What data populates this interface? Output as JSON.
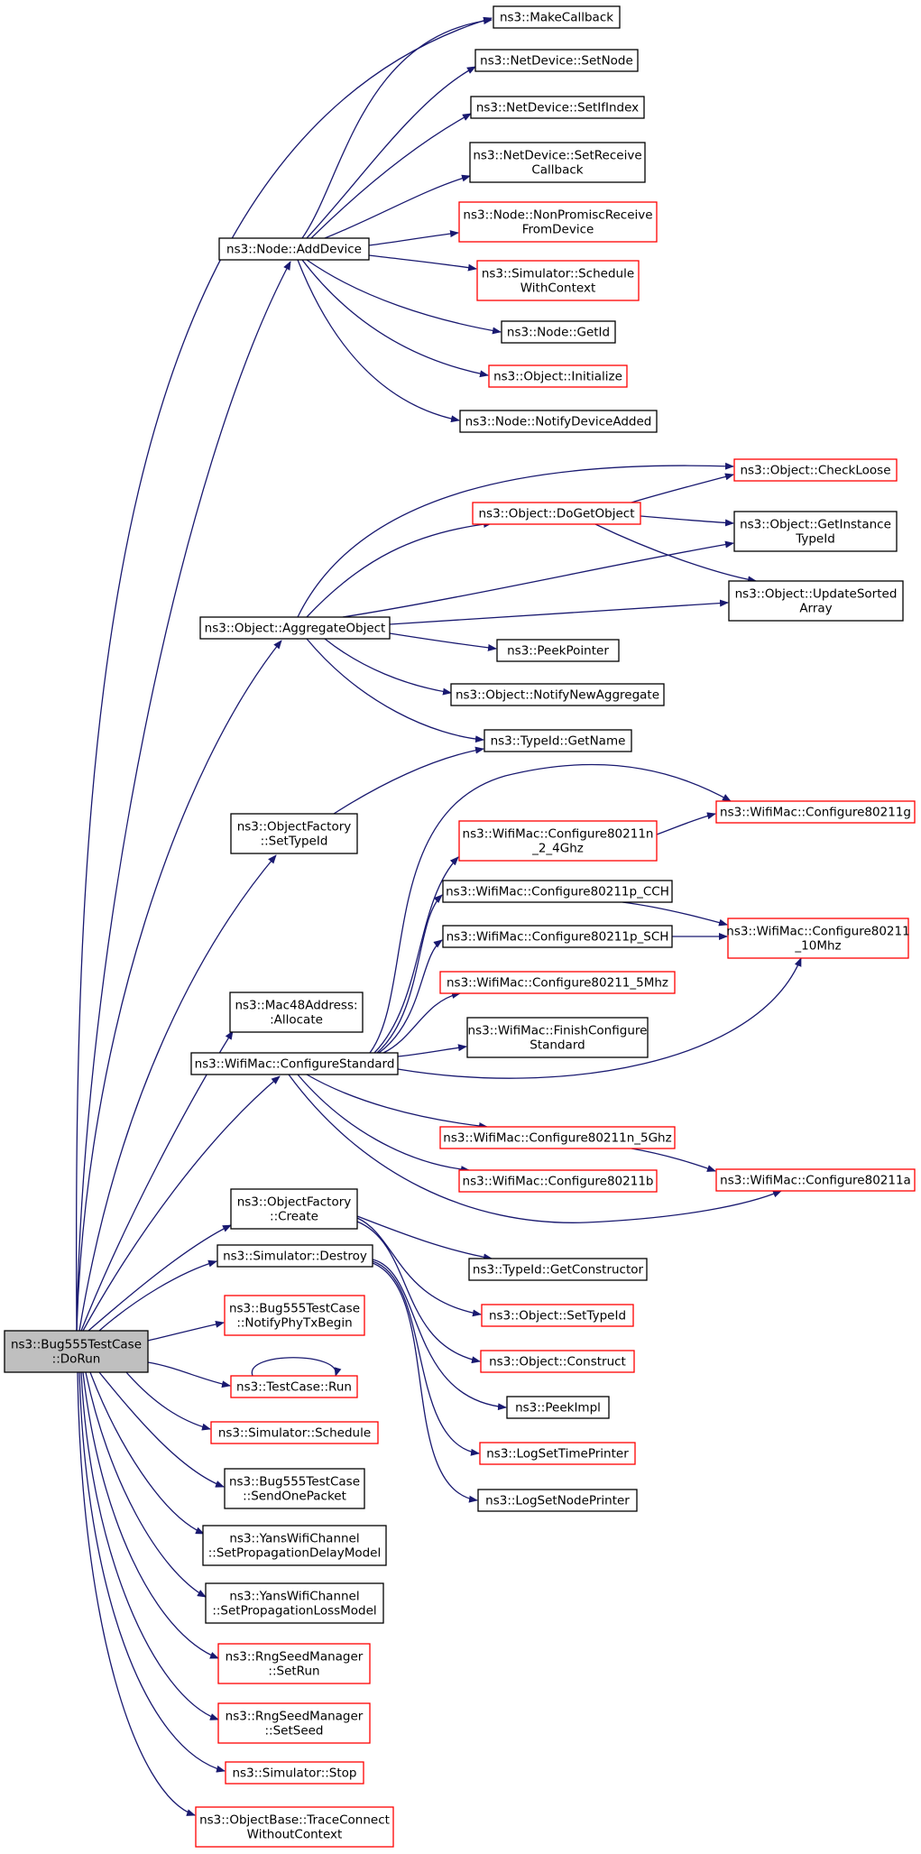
{
  "graph": {
    "title": "ns3::Bug555TestCase::DoRun call graph",
    "colors": {
      "edge": "#191970",
      "red_border": "#ff0000",
      "black_border": "#000000",
      "root_fill": "#bfbfbf"
    },
    "nodes": [
      {
        "id": "root",
        "lines": [
          "ns3::Bug555TestCase",
          "::DoRun"
        ],
        "style": "current"
      },
      {
        "id": "node_adddevice",
        "lines": [
          "ns3::Node::AddDevice"
        ],
        "style": "black"
      },
      {
        "id": "makecallback",
        "lines": [
          "ns3::MakeCallback"
        ],
        "style": "black"
      },
      {
        "id": "nd_setnode",
        "lines": [
          "ns3::NetDevice::SetNode"
        ],
        "style": "black"
      },
      {
        "id": "nd_setifindex",
        "lines": [
          "ns3::NetDevice::SetIfIndex"
        ],
        "style": "black"
      },
      {
        "id": "nd_setreceive",
        "lines": [
          "ns3::NetDevice::SetReceive",
          "Callback"
        ],
        "style": "black"
      },
      {
        "id": "node_nonpromisc",
        "lines": [
          "ns3::Node::NonPromiscReceive",
          "FromDevice"
        ],
        "style": "red"
      },
      {
        "id": "sim_schedctx",
        "lines": [
          "ns3::Simulator::Schedule",
          "WithContext"
        ],
        "style": "red"
      },
      {
        "id": "node_getid",
        "lines": [
          "ns3::Node::GetId"
        ],
        "style": "black"
      },
      {
        "id": "obj_initialize",
        "lines": [
          "ns3::Object::Initialize"
        ],
        "style": "red"
      },
      {
        "id": "node_notifydev",
        "lines": [
          "ns3::Node::NotifyDeviceAdded"
        ],
        "style": "black"
      },
      {
        "id": "obj_checkloose",
        "lines": [
          "ns3::Object::CheckLoose"
        ],
        "style": "red"
      },
      {
        "id": "obj_dogetobject",
        "lines": [
          "ns3::Object::DoGetObject"
        ],
        "style": "red"
      },
      {
        "id": "obj_getinstance",
        "lines": [
          "ns3::Object::GetInstance",
          "TypeId"
        ],
        "style": "black"
      },
      {
        "id": "obj_updatesorted",
        "lines": [
          "ns3::Object::UpdateSorted",
          "Array"
        ],
        "style": "black"
      },
      {
        "id": "obj_aggregate",
        "lines": [
          "ns3::Object::AggregateObject"
        ],
        "style": "black"
      },
      {
        "id": "peekpointer",
        "lines": [
          "ns3::PeekPointer"
        ],
        "style": "black"
      },
      {
        "id": "obj_notifynewagg",
        "lines": [
          "ns3::Object::NotifyNewAggregate"
        ],
        "style": "black"
      },
      {
        "id": "typeid_getname",
        "lines": [
          "ns3::TypeId::GetName"
        ],
        "style": "black"
      },
      {
        "id": "of_settypeid",
        "lines": [
          "ns3::ObjectFactory",
          "::SetTypeId"
        ],
        "style": "black"
      },
      {
        "id": "wm_cfg_g",
        "lines": [
          "ns3::WifiMac::Configure80211g"
        ],
        "style": "red"
      },
      {
        "id": "wm_cfg_n24",
        "lines": [
          "ns3::WifiMac::Configure80211n",
          "_2_4Ghz"
        ],
        "style": "red"
      },
      {
        "id": "wm_cfg_pcch",
        "lines": [
          "ns3::WifiMac::Configure80211p_CCH"
        ],
        "style": "black"
      },
      {
        "id": "wm_cfg_10mhz",
        "lines": [
          "ns3::WifiMac::Configure80211",
          "_10Mhz"
        ],
        "style": "red"
      },
      {
        "id": "wm_cfg_psch",
        "lines": [
          "ns3::WifiMac::Configure80211p_SCH"
        ],
        "style": "black"
      },
      {
        "id": "wm_cfg_5mhz",
        "lines": [
          "ns3::WifiMac::Configure80211_5Mhz"
        ],
        "style": "red"
      },
      {
        "id": "mac48_allocate",
        "lines": [
          "ns3::Mac48Address:",
          ":Allocate"
        ],
        "style": "black"
      },
      {
        "id": "wm_finishcfg",
        "lines": [
          "ns3::WifiMac::FinishConfigure",
          "Standard"
        ],
        "style": "black"
      },
      {
        "id": "wm_cfgstd",
        "lines": [
          "ns3::WifiMac::ConfigureStandard"
        ],
        "style": "black"
      },
      {
        "id": "wm_cfg_n5",
        "lines": [
          "ns3::WifiMac::Configure80211n_5Ghz"
        ],
        "style": "red"
      },
      {
        "id": "wm_cfg_b",
        "lines": [
          "ns3::WifiMac::Configure80211b"
        ],
        "style": "red"
      },
      {
        "id": "wm_cfg_a",
        "lines": [
          "ns3::WifiMac::Configure80211a"
        ],
        "style": "red"
      },
      {
        "id": "of_create",
        "lines": [
          "ns3::ObjectFactory",
          "::Create"
        ],
        "style": "black"
      },
      {
        "id": "typeid_getctor",
        "lines": [
          "ns3::TypeId::GetConstructor"
        ],
        "style": "black"
      },
      {
        "id": "sim_destroy",
        "lines": [
          "ns3::Simulator::Destroy"
        ],
        "style": "black"
      },
      {
        "id": "obj_settypeid",
        "lines": [
          "ns3::Object::SetTypeId"
        ],
        "style": "red"
      },
      {
        "id": "bug_notifyphy",
        "lines": [
          "ns3::Bug555TestCase",
          "::NotifyPhyTxBegin"
        ],
        "style": "red"
      },
      {
        "id": "obj_construct",
        "lines": [
          "ns3::Object::Construct"
        ],
        "style": "red"
      },
      {
        "id": "testcase_run",
        "lines": [
          "ns3::TestCase::Run"
        ],
        "style": "red"
      },
      {
        "id": "peekimpl",
        "lines": [
          "ns3::PeekImpl"
        ],
        "style": "black"
      },
      {
        "id": "sim_schedule",
        "lines": [
          "ns3::Simulator::Schedule"
        ],
        "style": "red"
      },
      {
        "id": "logsettime",
        "lines": [
          "ns3::LogSetTimePrinter"
        ],
        "style": "red"
      },
      {
        "id": "bug_sendone",
        "lines": [
          "ns3::Bug555TestCase",
          "::SendOnePacket"
        ],
        "style": "black"
      },
      {
        "id": "logsetnode",
        "lines": [
          "ns3::LogSetNodePrinter"
        ],
        "style": "black"
      },
      {
        "id": "yans_delay",
        "lines": [
          "ns3::YansWifiChannel",
          "::SetPropagationDelayModel"
        ],
        "style": "black"
      },
      {
        "id": "yans_loss",
        "lines": [
          "ns3::YansWifiChannel",
          "::SetPropagationLossModel"
        ],
        "style": "black"
      },
      {
        "id": "rng_setrun",
        "lines": [
          "ns3::RngSeedManager",
          "::SetRun"
        ],
        "style": "red"
      },
      {
        "id": "rng_setseed",
        "lines": [
          "ns3::RngSeedManager",
          "::SetSeed"
        ],
        "style": "red"
      },
      {
        "id": "sim_stop",
        "lines": [
          "ns3::Simulator::Stop"
        ],
        "style": "red"
      },
      {
        "id": "ob_traceconnect",
        "lines": [
          "ns3::ObjectBase::TraceConnect",
          "WithoutContext"
        ],
        "style": "red"
      }
    ]
  }
}
